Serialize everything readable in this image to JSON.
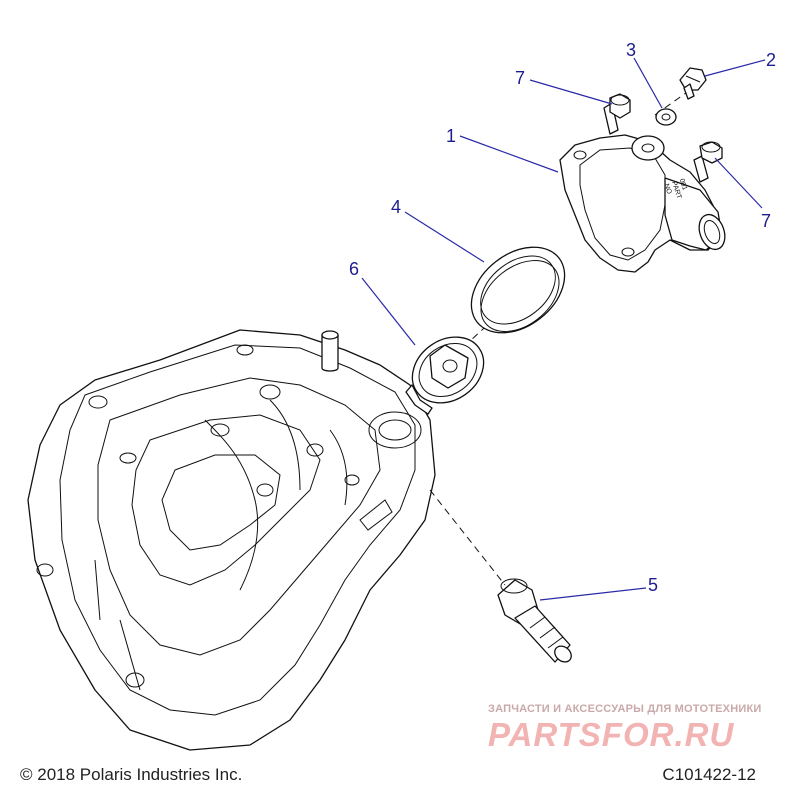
{
  "callouts": {
    "c1": "1",
    "c2": "2",
    "c3": "3",
    "c4": "4",
    "c5": "5",
    "c6": "6",
    "c7a": "7",
    "c7b": "7"
  },
  "stamp": {
    "line1": "PART",
    "line2": "NO",
    "line3": "001"
  },
  "footer": {
    "copyright": "© 2018 Polaris Industries Inc.",
    "code": "C101422-12"
  },
  "watermark": {
    "tagline": "ЗАПЧАСТИ И АКСЕССУАРЫ ДЛЯ МОТОТЕХНИКИ",
    "brand": "PARTSFOR.RU"
  },
  "colors": {
    "callout": "#1d1d8f",
    "watermark": "#f2b3b3"
  }
}
